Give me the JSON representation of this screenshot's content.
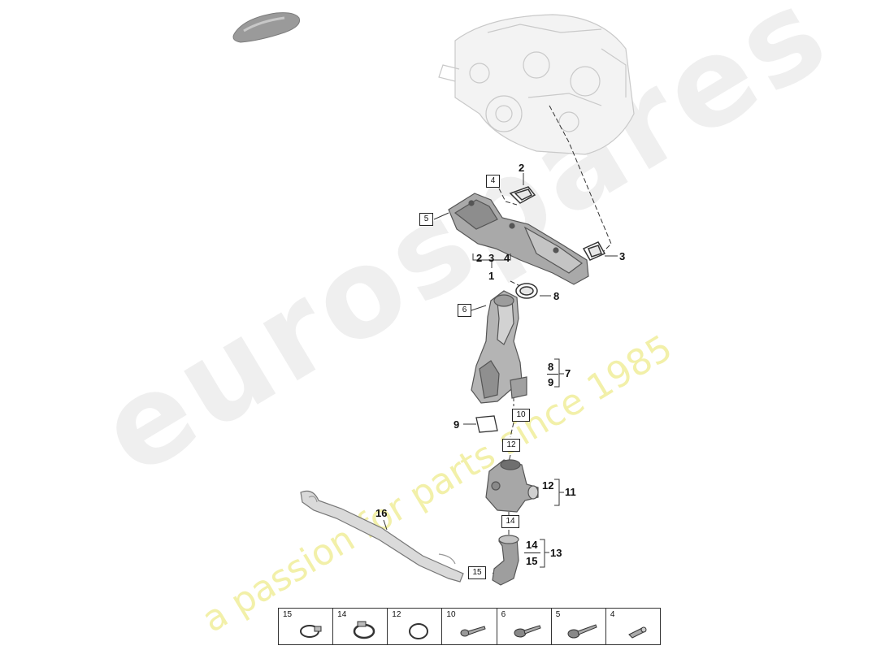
{
  "watermark": {
    "brand": "eurospares",
    "tagline": "a passion for parts since 1985"
  },
  "callouts": {
    "c1": "1",
    "c2": "2",
    "c3": "3",
    "c7": "7",
    "c8": "8",
    "c9": "9",
    "c11": "11",
    "c13": "13",
    "c16": "16",
    "g1_a": "2",
    "g1_b": "3",
    "g1_c": "4",
    "g7_a": "8",
    "g7_b": "9",
    "g11_a": "12",
    "g13_a": "14",
    "g13_b": "15"
  },
  "boxed": {
    "b4": "4",
    "b5": "5",
    "b6": "6",
    "b10": "10",
    "b12": "12",
    "b14": "14",
    "b15": "15"
  },
  "legend": [
    "15",
    "14",
    "12",
    "10",
    "6",
    "5",
    "4"
  ]
}
